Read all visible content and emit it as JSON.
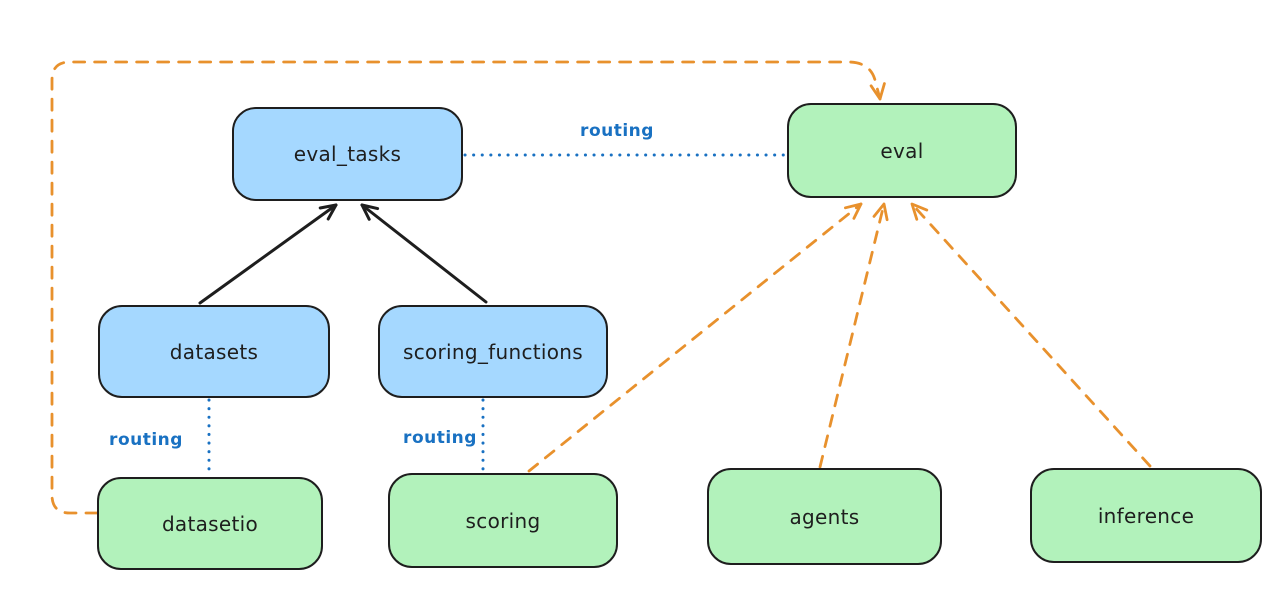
{
  "diagram": {
    "nodes": [
      {
        "id": "eval_tasks",
        "label": "eval_tasks",
        "color": "blue"
      },
      {
        "id": "eval",
        "label": "eval",
        "color": "green"
      },
      {
        "id": "datasets",
        "label": "datasets",
        "color": "blue"
      },
      {
        "id": "scoring_functions",
        "label": "scoring_functions",
        "color": "blue"
      },
      {
        "id": "datasetio",
        "label": "datasetio",
        "color": "green"
      },
      {
        "id": "scoring",
        "label": "scoring",
        "color": "green"
      },
      {
        "id": "agents",
        "label": "agents",
        "color": "green"
      },
      {
        "id": "inference",
        "label": "inference",
        "color": "green"
      }
    ],
    "edges": [
      {
        "from": "datasets",
        "to": "eval_tasks",
        "style": "solid",
        "color": "black",
        "arrow": true
      },
      {
        "from": "scoring_functions",
        "to": "eval_tasks",
        "style": "solid",
        "color": "black",
        "arrow": true
      },
      {
        "from": "eval_tasks",
        "to": "eval",
        "style": "dotted",
        "color": "blue",
        "arrow": false,
        "label": "routing"
      },
      {
        "from": "datasets",
        "to": "datasetio",
        "style": "dotted",
        "color": "blue",
        "arrow": false,
        "label": "routing"
      },
      {
        "from": "scoring_functions",
        "to": "scoring",
        "style": "dotted",
        "color": "blue",
        "arrow": false,
        "label": "routing"
      },
      {
        "from": "datasetio",
        "to": "eval",
        "style": "dashed",
        "color": "orange",
        "arrow": true
      },
      {
        "from": "scoring",
        "to": "eval",
        "style": "dashed",
        "color": "orange",
        "arrow": true
      },
      {
        "from": "agents",
        "to": "eval",
        "style": "dashed",
        "color": "orange",
        "arrow": true
      },
      {
        "from": "inference",
        "to": "eval",
        "style": "dashed",
        "color": "orange",
        "arrow": true
      }
    ],
    "colors": {
      "node_blue": "#a5d8ff",
      "node_green": "#b2f2bb",
      "stroke": "#1e1e1e",
      "routing_blue": "#1971c2",
      "orange": "#e8912d",
      "background": "#ffffff"
    }
  }
}
